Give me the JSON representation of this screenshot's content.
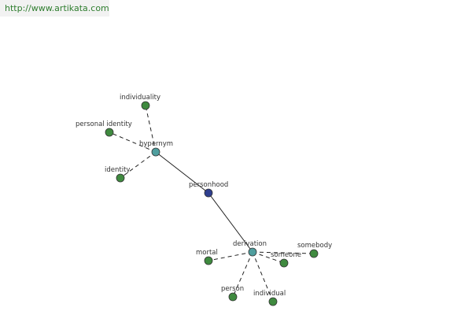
{
  "banner": {
    "url": "http://www.artikata.com"
  },
  "colors": {
    "leaf": "#3f8a3f",
    "relation": "#4f9e9e",
    "center": "#2f3f8f"
  },
  "nodes": [
    {
      "id": "personhood",
      "label": "personhood",
      "kind": "center"
    },
    {
      "id": "hypernym",
      "label": "hypernym",
      "kind": "relation"
    },
    {
      "id": "derivation",
      "label": "derivation",
      "kind": "relation"
    },
    {
      "id": "individuality",
      "label": "individuality",
      "kind": "leaf"
    },
    {
      "id": "personal-identity",
      "label": "personal identity",
      "kind": "leaf"
    },
    {
      "id": "identity",
      "label": "identity",
      "kind": "leaf"
    },
    {
      "id": "mortal",
      "label": "mortal",
      "kind": "leaf"
    },
    {
      "id": "person",
      "label": "person",
      "kind": "leaf"
    },
    {
      "id": "individual",
      "label": "individual",
      "kind": "leaf"
    },
    {
      "id": "someone",
      "label": "someone",
      "kind": "leaf"
    },
    {
      "id": "somebody",
      "label": "somebody",
      "kind": "leaf"
    }
  ],
  "edges": [
    {
      "from": "hypernym",
      "to": "personhood",
      "style": "solid"
    },
    {
      "from": "personhood",
      "to": "derivation",
      "style": "solid"
    },
    {
      "from": "hypernym",
      "to": "individuality",
      "style": "dashed"
    },
    {
      "from": "hypernym",
      "to": "personal-identity",
      "style": "dashed"
    },
    {
      "from": "hypernym",
      "to": "identity",
      "style": "dashed"
    },
    {
      "from": "derivation",
      "to": "mortal",
      "style": "dashed"
    },
    {
      "from": "derivation",
      "to": "person",
      "style": "dashed"
    },
    {
      "from": "derivation",
      "to": "individual",
      "style": "dashed"
    },
    {
      "from": "derivation",
      "to": "someone",
      "style": "dashed"
    },
    {
      "from": "derivation",
      "to": "somebody",
      "style": "dashed"
    }
  ]
}
